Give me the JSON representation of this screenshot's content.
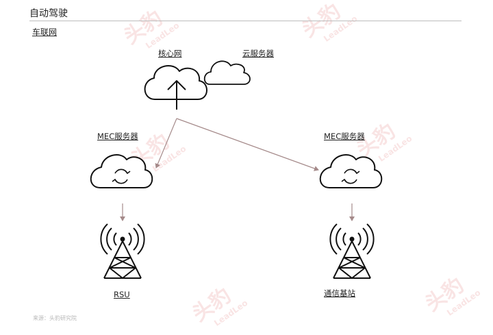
{
  "header": {
    "title": "自动驾驶",
    "subtitle": "车联网"
  },
  "nodes": {
    "core": "核心网",
    "cloud": "云服务器",
    "mec_left": "MEC服务器",
    "mec_right": "MEC服务器",
    "rsu": "RSU",
    "base": "通信基站"
  },
  "source": "来源：头豹研究院",
  "watermark": {
    "zh": "头豹",
    "en": "LeadLeo"
  },
  "colors": {
    "arrow": "#a58a8a",
    "line": "#111111",
    "watermark": "#d23a3a"
  }
}
